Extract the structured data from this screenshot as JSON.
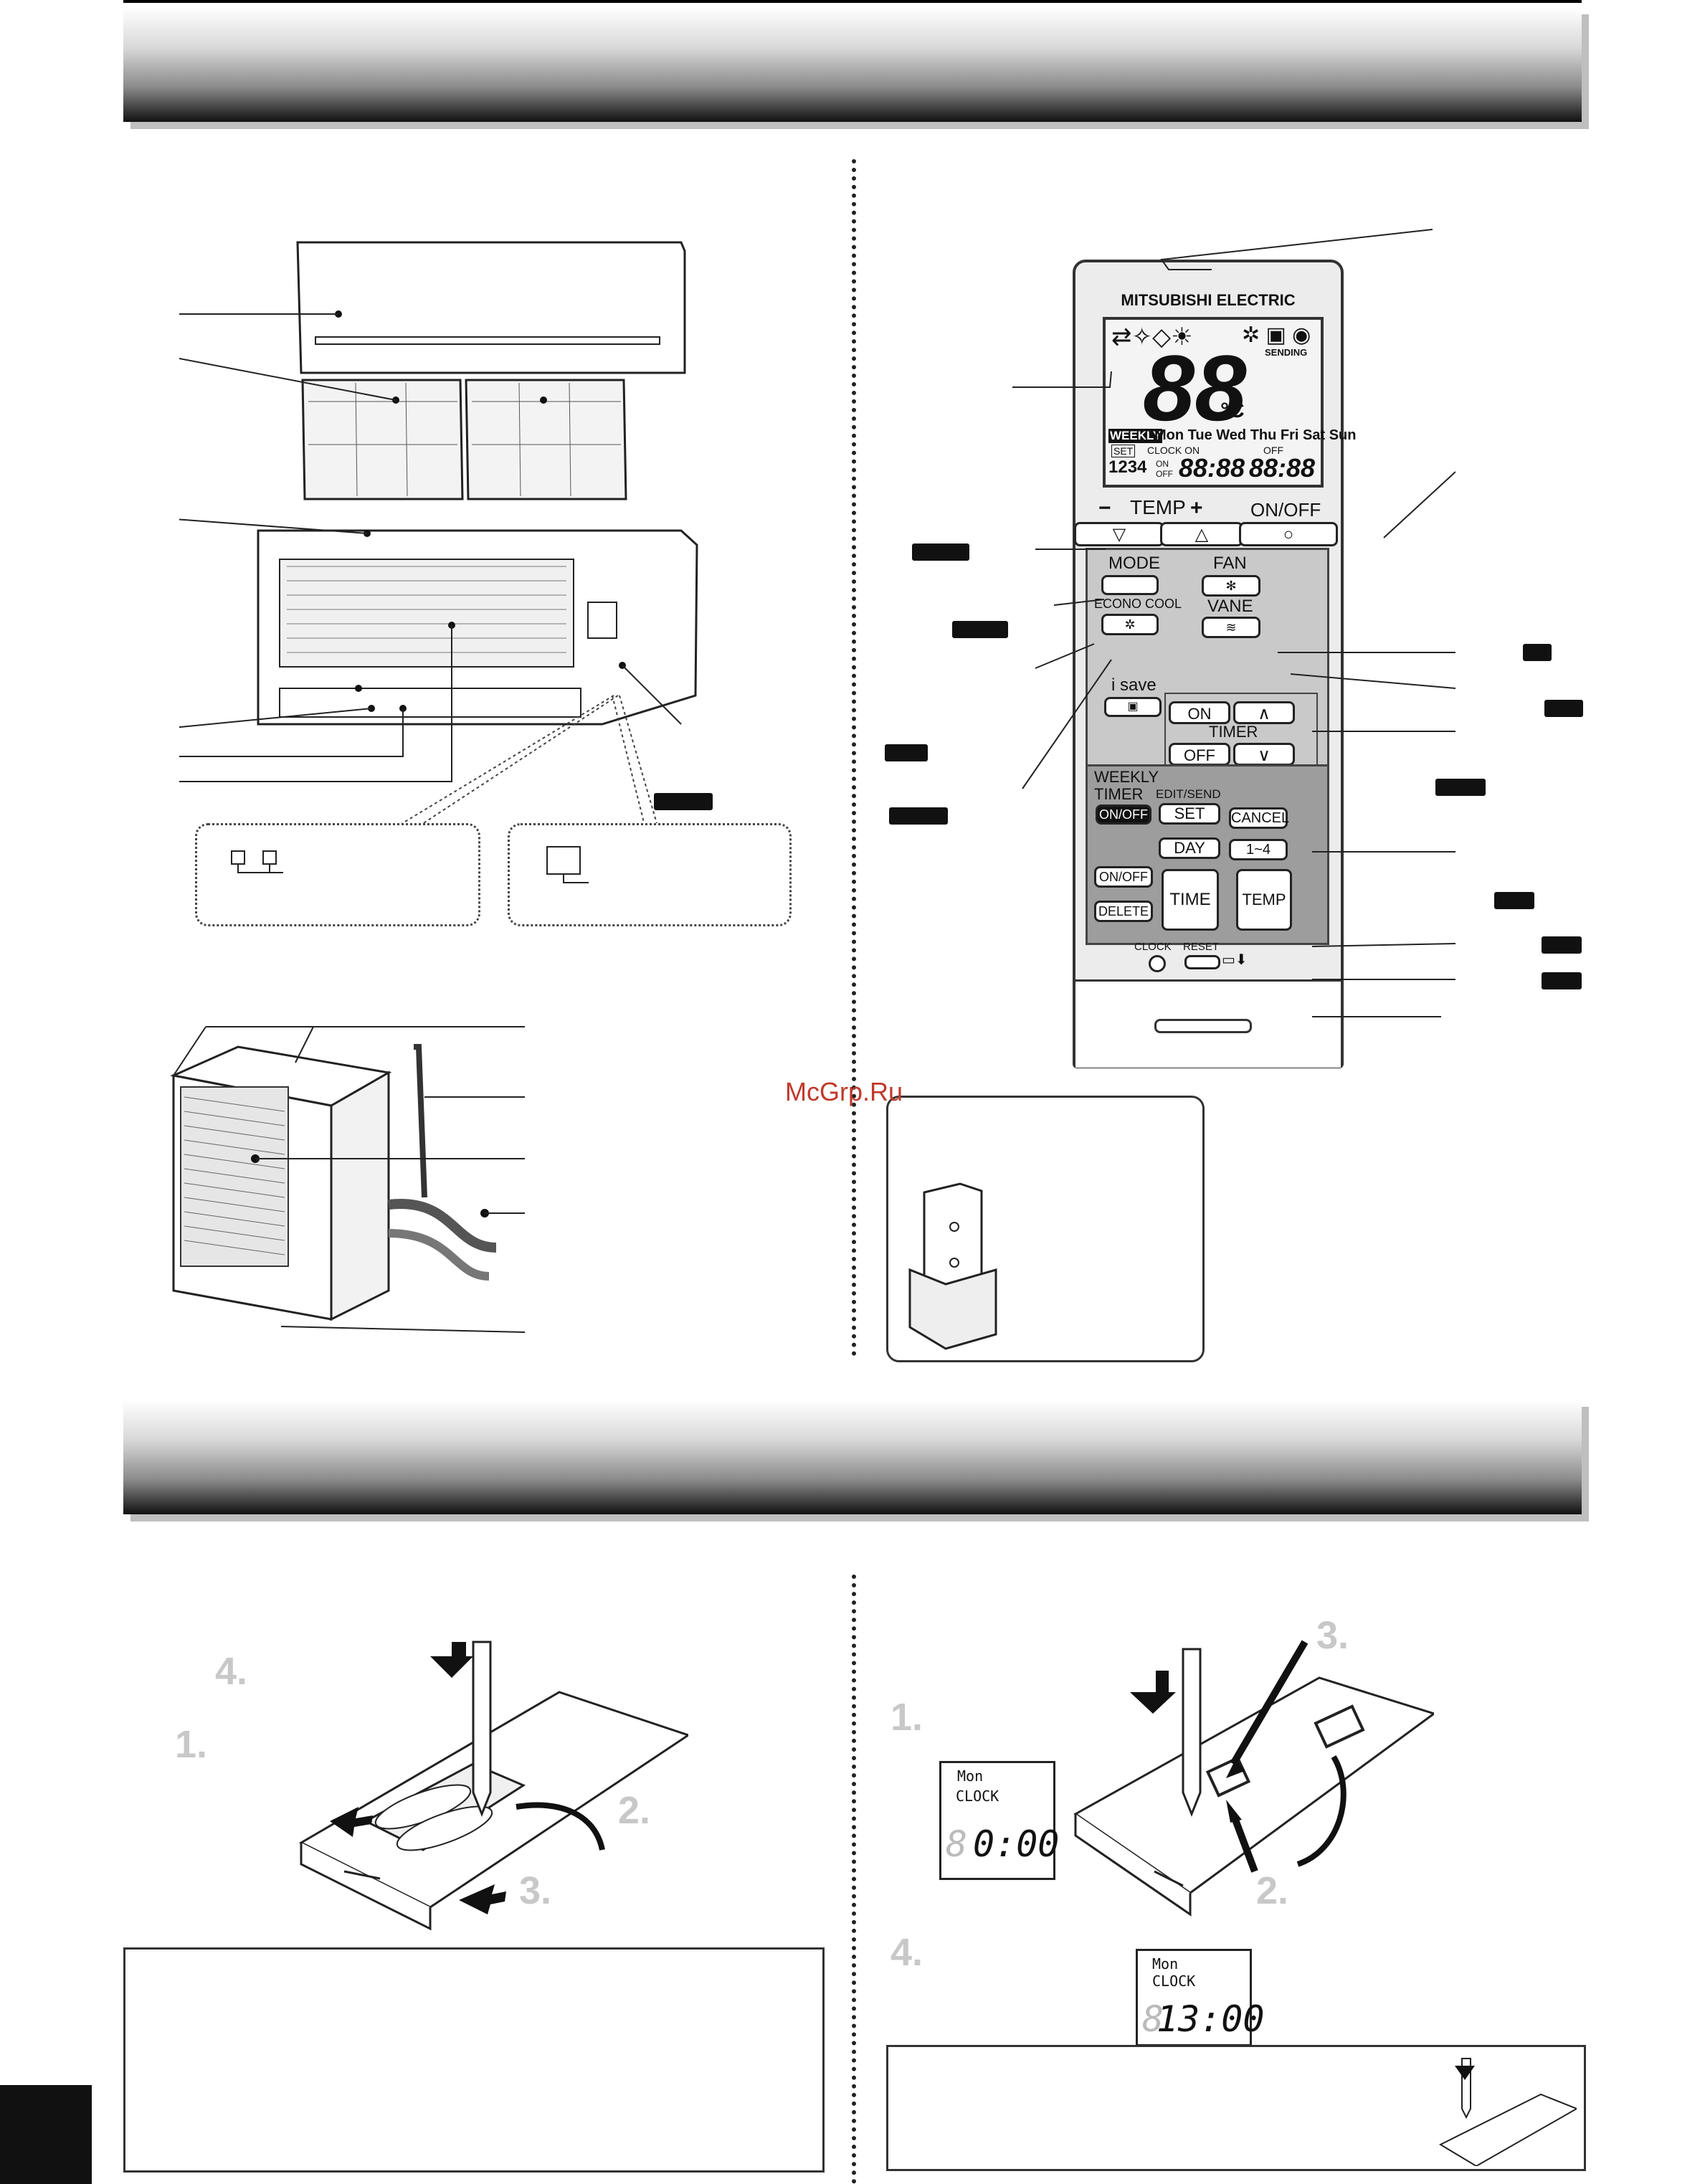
{
  "remote": {
    "brand": "MITSUBISHI ELECTRIC",
    "lcd": {
      "big_digits": "88",
      "unit": "°C",
      "sending": "SENDING",
      "weekly": "WEEKLY",
      "days": "Mon Tue Wed Thu Fri Sat Sun",
      "set": "SET",
      "clock_on": "CLOCK ON",
      "off": "OFF",
      "prog": "1234",
      "on_off": "ON OFF",
      "time_digits": "88:88",
      "time_digits2": "88:88"
    },
    "temp_label": "TEMP",
    "temp_minus": "−",
    "temp_plus": "+",
    "onoff_label": "ON/OFF",
    "mode_label": "MODE",
    "econo_label": "ECONO COOL",
    "fan_label": "FAN",
    "vane_label": "VANE",
    "isave_label": "i save",
    "timer_on_label": "ON",
    "timer_off_label": "OFF",
    "timer_label": "TIMER",
    "weekly_timer_label": "WEEKLY TIMER",
    "weekly_onoff_label": "ON/OFF",
    "edit_send_label": "EDIT/SEND",
    "set_label": "SET",
    "cancel_label": "CANCEL",
    "day_label": "DAY",
    "range_label": "1~4",
    "onoff_small_label": "ON/OFF",
    "delete_label": "DELETE",
    "time_label": "TIME",
    "temp_btn_label": "TEMP",
    "clock_label": "CLOCK",
    "reset_label": "RESET"
  },
  "watermark": "McGrp.Ru",
  "battery_steps": {
    "step1": "1.",
    "step2": "2.",
    "step3": "3.",
    "step4": "4."
  },
  "clock_steps": {
    "step1": "1.",
    "step2": "2.",
    "step3": "3.",
    "step4": "4.",
    "display1": {
      "day": "Mon",
      "label": "CLOCK",
      "digits": "0:00",
      "ghost": "8"
    },
    "display2": {
      "day": "Mon",
      "label": "CLOCK",
      "digits": "13:00",
      "ghost": "8"
    }
  }
}
